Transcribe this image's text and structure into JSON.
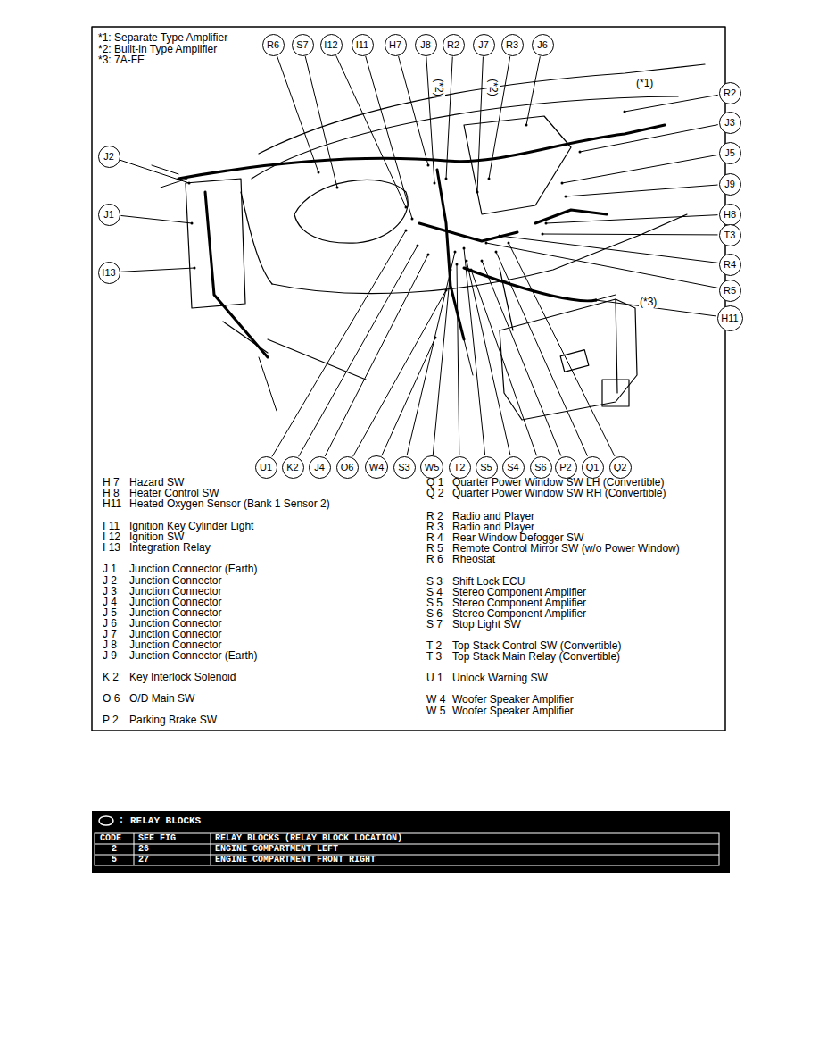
{
  "diagram": {
    "nodes": [
      {
        "text": [
          "R6"
        ]
      },
      {
        "text": [
          "S7"
        ]
      },
      {
        "text": [
          "I12"
        ]
      },
      {
        "text": [
          "I11"
        ]
      },
      {
        "text": [
          "H7"
        ]
      },
      {
        "text": [
          "J8"
        ]
      },
      {
        "text": [
          "R2"
        ]
      },
      {
        "text": [
          "J7"
        ]
      },
      {
        "text": [
          "R3"
        ]
      },
      {
        "text": [
          "J6"
        ]
      },
      {
        "text": [
          "J2"
        ]
      },
      {
        "text": [
          "J1"
        ]
      },
      {
        "text": [
          "I13"
        ]
      },
      {
        "text": [
          "R2"
        ]
      },
      {
        "text": [
          "J3"
        ]
      },
      {
        "text": [
          "J5"
        ]
      },
      {
        "text": [
          "J9"
        ]
      },
      {
        "text": [
          "H8"
        ]
      },
      {
        "text": [
          "T3"
        ]
      },
      {
        "text": [
          "R4"
        ]
      },
      {
        "text": [
          "R5"
        ]
      },
      {
        "text": [
          "H11"
        ]
      },
      {
        "text": [
          "U1"
        ]
      },
      {
        "text": [
          "K2"
        ]
      },
      {
        "text": [
          "J4"
        ]
      },
      {
        "text": [
          "O6"
        ]
      },
      {
        "text": [
          "W4"
        ]
      },
      {
        "text": [
          "S3"
        ]
      },
      {
        "text": [
          "W5"
        ]
      },
      {
        "text": [
          "T2"
        ]
      },
      {
        "text": [
          "S5"
        ]
      },
      {
        "text": [
          "S4"
        ]
      },
      {
        "text": [
          "S6"
        ]
      },
      {
        "text": [
          "P2"
        ]
      },
      {
        "text": [
          "Q1"
        ]
      },
      {
        "text": [
          "Q2"
        ]
      }
    ],
    "labels": [
      "*1: Separate Type Amplifier",
      "*2: Built-in Type Amplifier",
      "*3: 7A-FE",
      "(*2)",
      "(*2)",
      "(*1)",
      "(*3)",
      "H 7",
      "Hazard SW",
      "H 8",
      "Heater Control SW",
      "H11",
      "Heated Oxygen Sensor (Bank 1 Sensor 2)",
      "I 11",
      "Ignition Key Cylinder Light",
      "I 12",
      "Ignition SW",
      "I 13",
      "Integration Relay",
      "J 1",
      "Junction Connector (Earth)",
      "J 2",
      "Junction Connector",
      "J 3",
      "Junction Connector",
      "J 4",
      "Junction Connector",
      "J 5",
      "Junction Connector",
      "J 6",
      "Junction Connector",
      "J 7",
      "Junction Connector",
      "J 8",
      "Junction Connector",
      "J 9",
      "Junction Connector (Earth)",
      "K 2",
      "Key Interlock Solenoid",
      "O 6",
      "O/D Main SW",
      "P 2",
      "Parking Brake SW",
      "Q 1",
      "Quarter Power Window SW LH (Convertible)",
      "Q 2",
      "Quarter Power Window SW RH (Convertible)",
      "R 2",
      "Radio and Player",
      "R 3",
      "Radio and Player",
      "R 4",
      "Rear Window Defogger SW",
      "R 5",
      "Remote Control Mirror SW (w/o Power Window)",
      "R 6",
      "Rheostat",
      "S 3",
      "Shift Lock ECU",
      "S 4",
      "Stereo Component Amplifier",
      "S 5",
      "Stereo Component Amplifier",
      "S 6",
      "Stereo Component Amplifier",
      "S 7",
      "Stop Light SW",
      "T 2",
      "Top Stack Control SW (Convertible)",
      "T 3",
      "Top Stack Main Relay (Convertible)",
      "U 1",
      "Unlock Warning SW",
      "W 4",
      "Woofer Speaker Amplifier",
      "W 5",
      "Woofer Speaker Amplifier",
      ":",
      "RELAY BLOCKS",
      "CODE",
      "SEE FIG",
      "RELAY BLOCKS (RELAY BLOCK LOCATION)",
      "2",
      "26",
      "ENGINE COMPARTMENT LEFT",
      "5",
      "27",
      "ENGINE COMPARTMENT FRONT RIGHT"
    ]
  }
}
